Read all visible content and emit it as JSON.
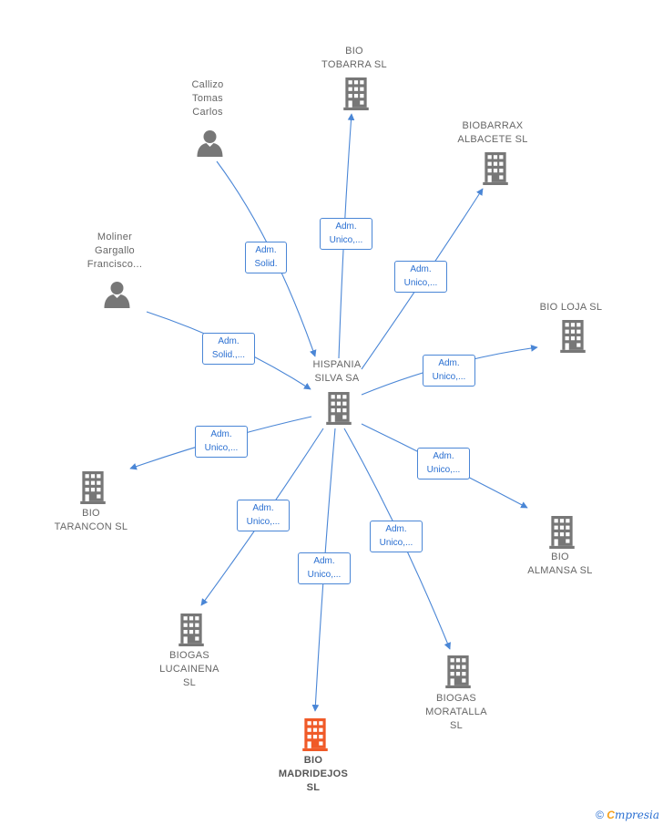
{
  "colors": {
    "edge": "#4a86d6",
    "building": "#777777",
    "highlight": "#f05a28",
    "person": "#777777"
  },
  "nodes": {
    "hispania": {
      "label": "HISPANIA\nSILVA SA",
      "icon": "building-icon"
    },
    "tobarra": {
      "label": "BIO\nTOBARRA  SL",
      "icon": "building-icon"
    },
    "biobarrax": {
      "label": "BIOBARRAX\nALBACETE  SL",
      "icon": "building-icon"
    },
    "loja": {
      "label": "BIO LOJA  SL",
      "icon": "building-icon"
    },
    "almansa": {
      "label": "BIO\nALMANSA  SL",
      "icon": "building-icon"
    },
    "moratalla": {
      "label": "BIOGAS\nMORATALLA\nSL",
      "icon": "building-icon"
    },
    "madridejos": {
      "label": "BIO\nMADRIDEJOS\nSL",
      "icon": "building-icon"
    },
    "lucainena": {
      "label": "BIOGAS\nLUCAINENA\nSL",
      "icon": "building-icon"
    },
    "tarancon": {
      "label": "BIO\nTARANCON  SL",
      "icon": "building-icon"
    },
    "callizo": {
      "label": "Callizo\nTomas\nCarlos",
      "icon": "person-icon"
    },
    "moliner": {
      "label": "Moliner\nGargallo\nFrancisco...",
      "icon": "person-icon"
    }
  },
  "edges": {
    "callizo": "Adm.\nSolid.",
    "moliner": "Adm.\nSolid.,...",
    "tobarra": "Adm.\nUnico,...",
    "biobarrax": "Adm.\nUnico,...",
    "loja": "Adm.\nUnico,...",
    "almansa": "Adm.\nUnico,...",
    "moratalla": "Adm.\nUnico,...",
    "madridejos": "Adm.\nUnico,...",
    "lucainena": "Adm.\nUnico,...",
    "tarancon": "Adm.\nUnico,..."
  },
  "footer": {
    "copyright": "©",
    "brand_initial": "C",
    "brand_rest": "mpresia"
  }
}
